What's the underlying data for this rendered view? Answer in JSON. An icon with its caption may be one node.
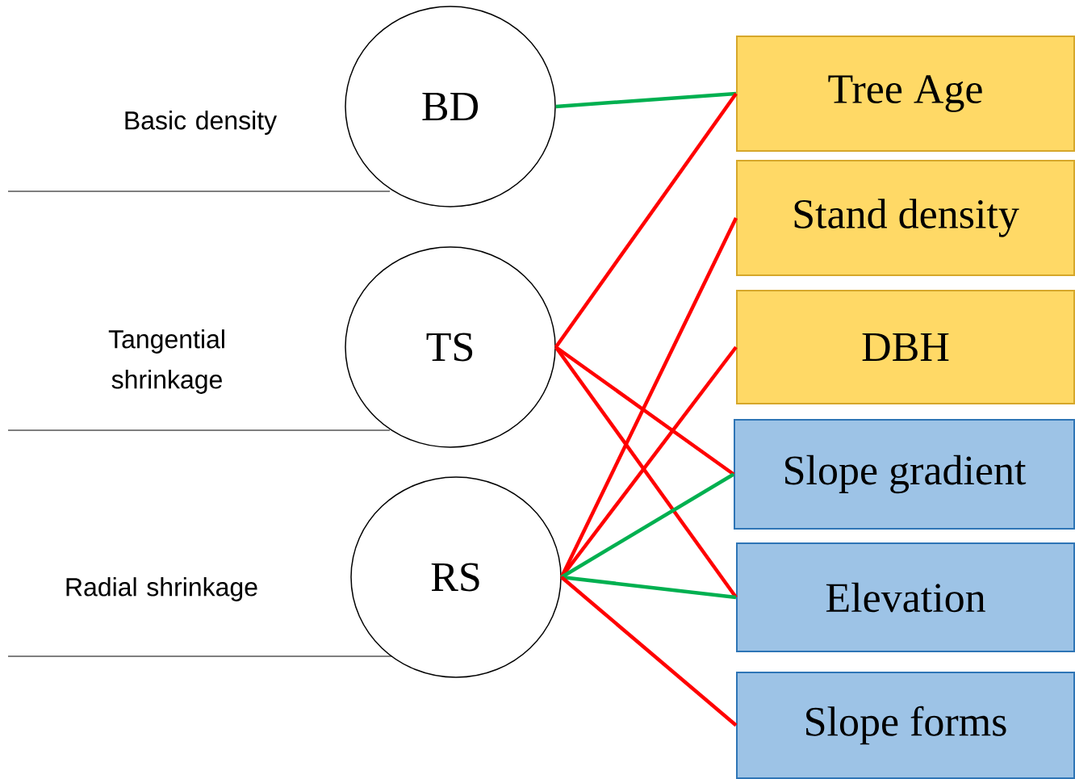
{
  "diagram": {
    "nodes": [
      {
        "text": [
          "BD"
        ]
      },
      {
        "text": [
          "TS"
        ]
      },
      {
        "text": [
          "RS"
        ]
      },
      {
        "text": [
          "Tree Age"
        ]
      },
      {
        "text": [
          "Stand density"
        ]
      },
      {
        "text": [
          "DBH"
        ]
      },
      {
        "text": [
          "Slope gradient"
        ]
      },
      {
        "text": [
          "Elevation"
        ]
      },
      {
        "text": [
          "Slope forms"
        ]
      }
    ],
    "edges": [
      {
        "from": 0,
        "to": 3,
        "arrow": "none",
        "color": "#00b050"
      },
      {
        "from": 1,
        "to": 3,
        "arrow": "none"
      },
      {
        "from": 1,
        "to": 6,
        "arrow": "none"
      },
      {
        "from": 1,
        "to": 7,
        "arrow": "none"
      },
      {
        "from": 2,
        "to": 4,
        "arrow": "none"
      },
      {
        "from": 2,
        "to": 5,
        "arrow": "none"
      },
      {
        "from": 2,
        "to": 6,
        "arrow": "none",
        "color": "#00b050"
      },
      {
        "from": 2,
        "to": 7,
        "arrow": "none",
        "color": "#00b050"
      },
      {
        "from": 2,
        "to": 8,
        "arrow": "none"
      }
    ],
    "labels": [
      "Basic density",
      "Tangential shrinkage",
      "Radial shrinkage"
    ]
  }
}
